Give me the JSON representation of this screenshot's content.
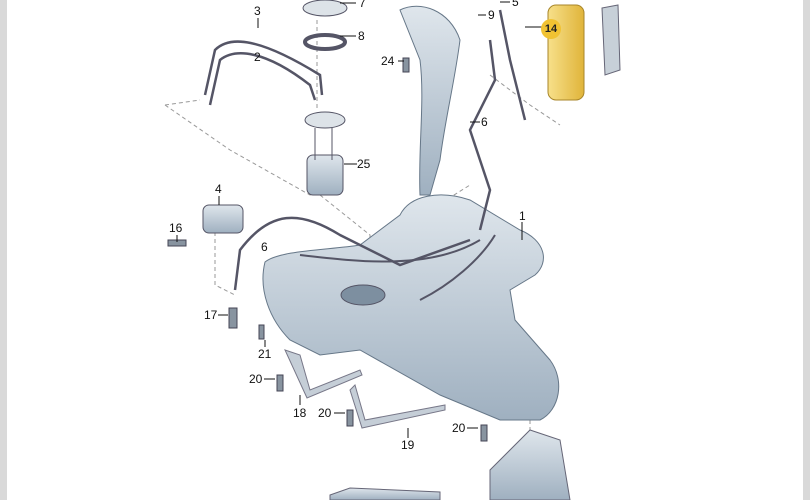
{
  "diagram": {
    "title": "Fuel tank exploded parts diagram",
    "highlight_color": "#f1c232",
    "part_color": "#b9c6d2",
    "labels": {
      "p1": "1",
      "p2": "2",
      "p3": "3",
      "p4": "4",
      "p5": "5",
      "p6a": "6",
      "p6b": "6",
      "p7": "7",
      "p8": "8",
      "p9": "9",
      "p14": "14",
      "p16": "16",
      "p17": "17",
      "p18": "18",
      "p19": "19",
      "p20a": "20",
      "p20b": "20",
      "p20c": "20",
      "p21": "21",
      "p24": "24",
      "p25": "25"
    }
  }
}
